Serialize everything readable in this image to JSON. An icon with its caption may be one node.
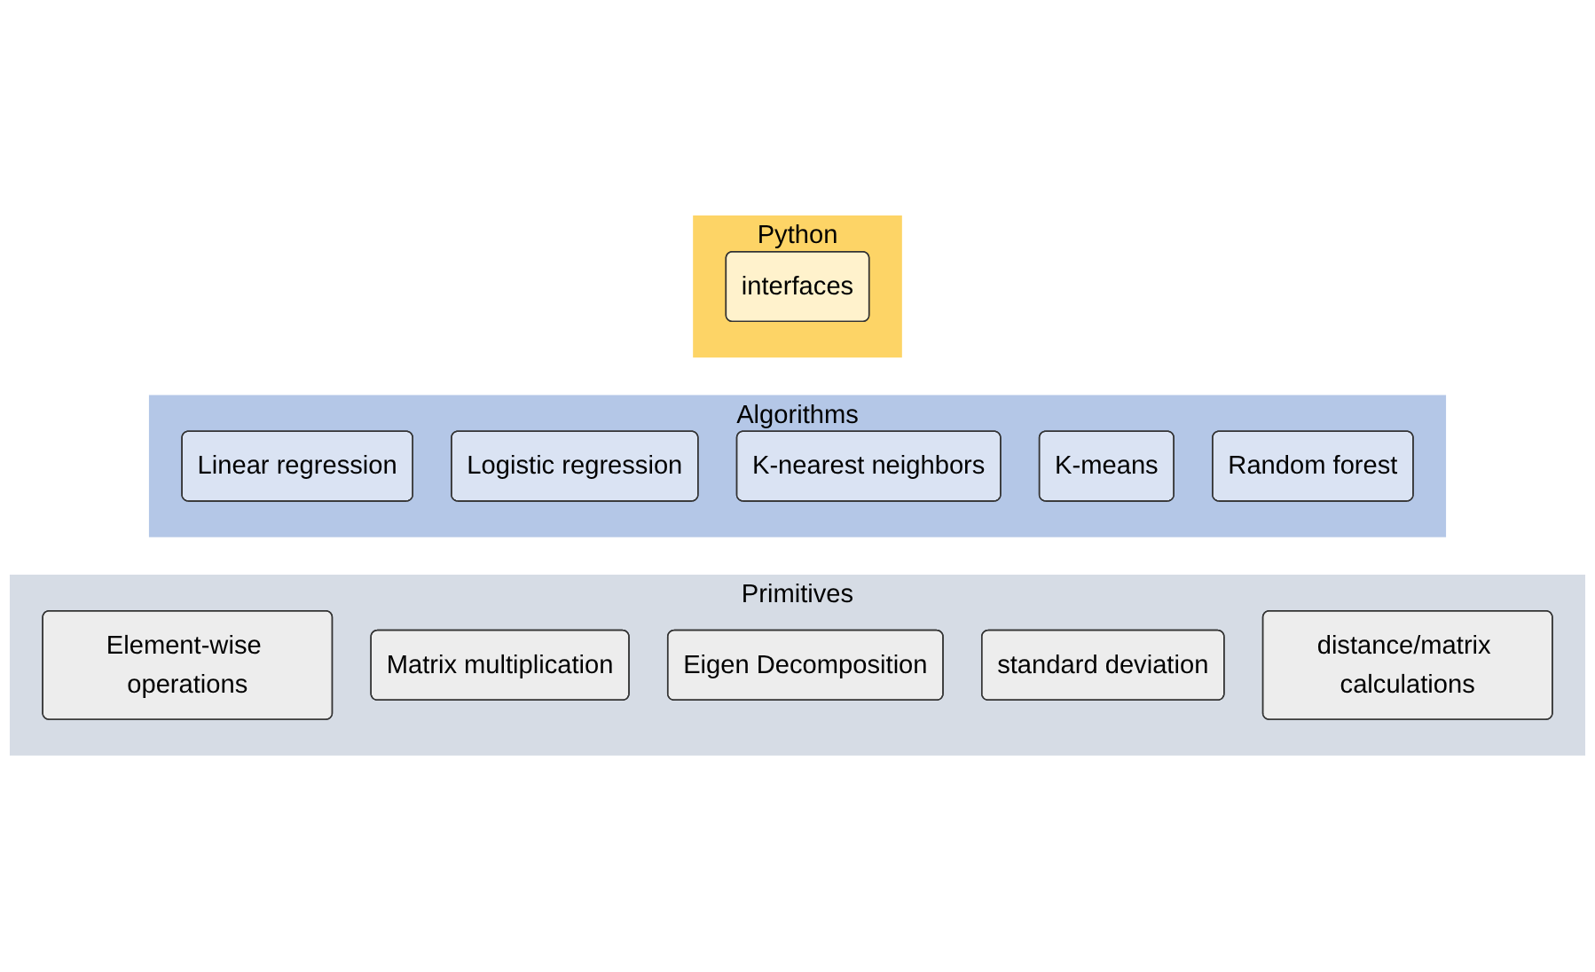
{
  "diagram": {
    "nodes": [
      {
        "text": [
          "Python"
        ]
      },
      {
        "text": [
          "interfaces"
        ],
        "in": 0
      },
      {
        "text": [
          "Algorithms"
        ]
      },
      {
        "text": [
          "Linear regression"
        ],
        "in": 2
      },
      {
        "text": [
          "Logistic regression"
        ],
        "in": 2
      },
      {
        "text": [
          "K-nearest neighbors"
        ],
        "in": 2
      },
      {
        "text": [
          "K-means"
        ],
        "in": 2
      },
      {
        "text": [
          "Random forest"
        ],
        "in": 2
      },
      {
        "text": [
          "Primitives"
        ]
      },
      {
        "text": [
          "Element-wise operations"
        ],
        "in": 8
      },
      {
        "text": [
          "Matrix multiplication"
        ],
        "in": 8
      },
      {
        "text": [
          "Eigen Decomposition"
        ],
        "in": 8
      },
      {
        "text": [
          "standard deviation"
        ],
        "in": 8
      },
      {
        "text": [
          "distance/matrix calculations"
        ],
        "in": 8
      }
    ],
    "edges": []
  }
}
